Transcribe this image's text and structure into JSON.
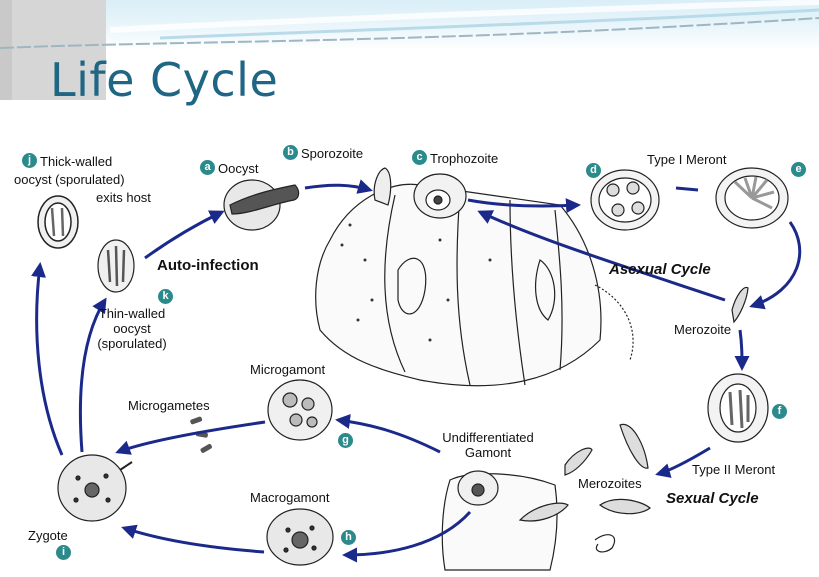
{
  "title": "Life Cycle",
  "colors": {
    "title": "#1f6685",
    "arrow": "#1b2a8a",
    "badge": "#2b8a8c",
    "header_band": "#d9eef7"
  },
  "cycle_labels": {
    "auto_infection": "Auto-infection",
    "asexual_cycle": "Asexual Cycle",
    "sexual_cycle": "Sexual Cycle"
  },
  "stages": {
    "a": {
      "badge": "a",
      "label": "Oocyst"
    },
    "b": {
      "badge": "b",
      "label": "Sporozoite"
    },
    "c": {
      "badge": "c",
      "label": "Trophozoite"
    },
    "d": {
      "badge": "d"
    },
    "e": {
      "badge": "e"
    },
    "type1": {
      "label": "Type I Meront"
    },
    "merozoite": {
      "label": "Merozoite"
    },
    "f": {
      "badge": "f",
      "label": "Type II Meront"
    },
    "merozoites": {
      "label": "Merozoites"
    },
    "undiff": {
      "line1": "Undifferentiated",
      "line2": "Gamont"
    },
    "g": {
      "badge": "g",
      "label": "Microgamont"
    },
    "microgametes": {
      "label": "Microgametes"
    },
    "h": {
      "badge": "h",
      "label": "Macrogamont"
    },
    "i": {
      "badge": "i",
      "label": "Zygote"
    },
    "j": {
      "badge": "j",
      "line1": "Thick-walled",
      "line2": "oocyst (sporulated)",
      "line3": "exits host"
    },
    "k": {
      "badge": "k",
      "line1": "Thin-walled",
      "line2": "oocyst",
      "line3": "(sporulated)"
    }
  }
}
